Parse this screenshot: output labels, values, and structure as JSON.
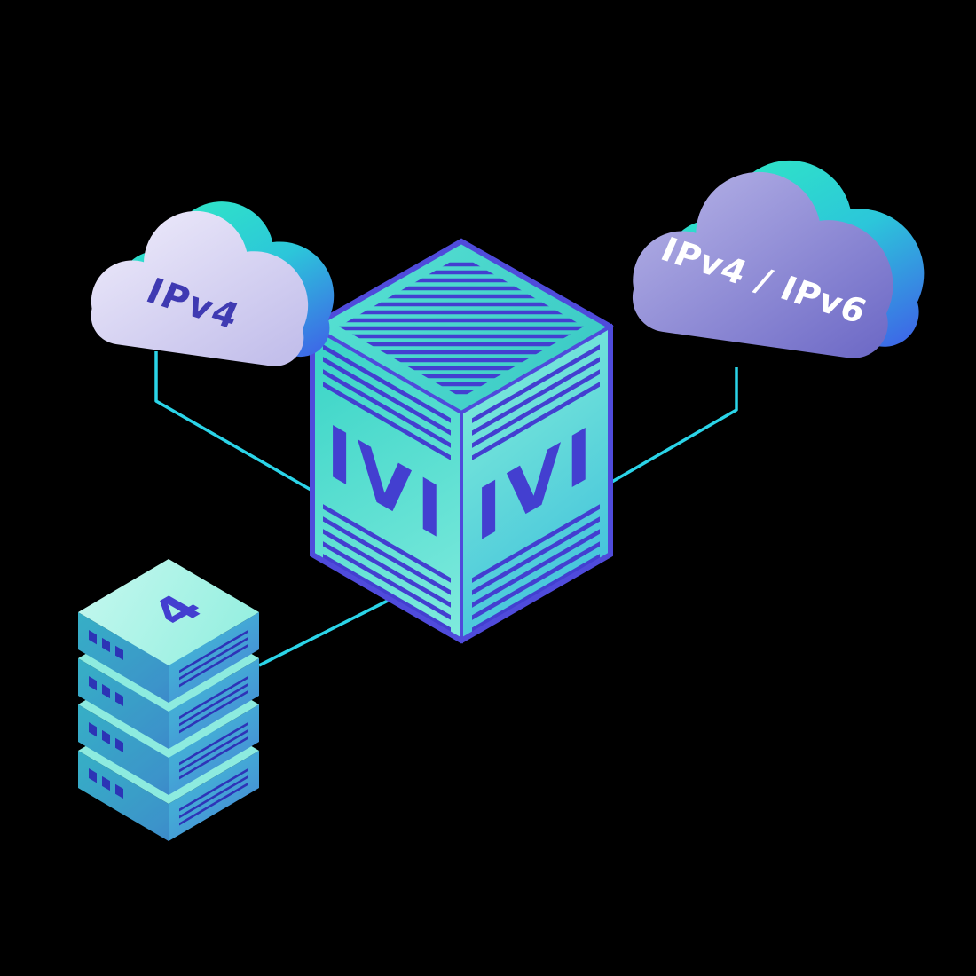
{
  "scene": {
    "background_color": "#000000",
    "description": "Isometric network illustration of an IVI translation gateway cube connecting an IPv4 cloud, a dual-stack IPv4/IPv6 cloud, and an IPv4 server stack"
  },
  "palette": {
    "connection_line": "#2bd4e8",
    "teal_accent": "#2fe9c4",
    "indigo_accent": "#433fd0",
    "left_cloud_fill": "#d5d1f0",
    "right_cloud_fill": "#8c88d4",
    "cube_face_fill": "#5fe2d3"
  },
  "clouds": {
    "left": {
      "label": "IPv4"
    },
    "right": {
      "label": "IPv4 / IPv6"
    }
  },
  "cube": {
    "left_face_label": "IVI",
    "right_face_label": "IVI"
  },
  "rack": {
    "top_label": "4",
    "unit_count": 4
  }
}
